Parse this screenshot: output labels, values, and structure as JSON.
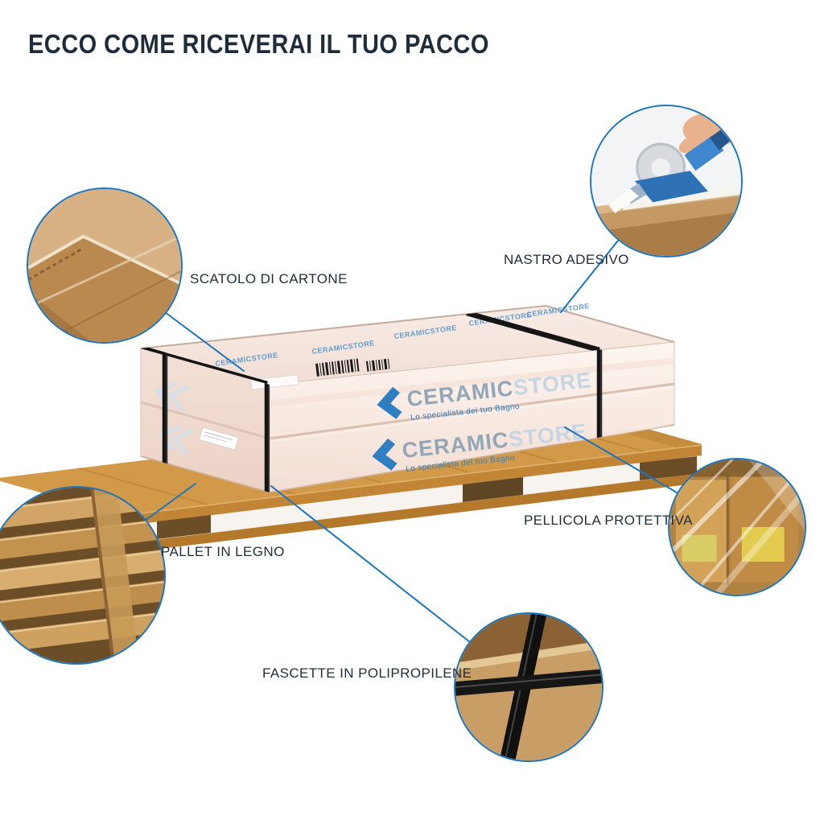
{
  "page": {
    "title": "ECCO COME RICEVERAI IL TUO PACCO"
  },
  "callouts": {
    "cardboard": {
      "label": "SCATOLO DI CARTONE"
    },
    "tape": {
      "label": "NASTRO ADESIVO"
    },
    "pallet": {
      "label": "PALLET IN LEGNO"
    },
    "film": {
      "label": "PELLICOLA PROTETTIVA"
    },
    "straps": {
      "label": "FASCETTE IN POLIPROPILENE"
    }
  },
  "package": {
    "brand": "CERAMIC",
    "brand_suffix": "STORE",
    "tagline": "Lo specialista del tuo Bagno",
    "watermark": "CERAMICSTORE"
  },
  "colors": {
    "accent": "#1c75bc",
    "text": "#1f2d3a"
  }
}
